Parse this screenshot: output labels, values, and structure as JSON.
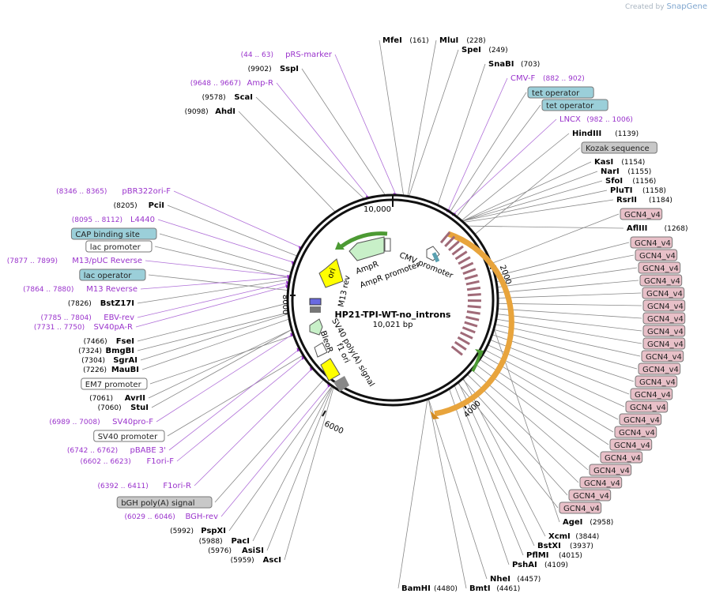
{
  "credit": {
    "prefix": "Created by",
    "brand": "SnapGene"
  },
  "plasmid": {
    "name": "HP21-TPI-WT-no_introns",
    "size": "10,021 bp"
  },
  "ticks": [
    "10,000",
    "2000",
    "4000",
    "6000",
    "8000"
  ],
  "colors": {
    "primer": "#9a33cc",
    "enzyme": "#000000",
    "feature_gcn4": "#e8c0c8",
    "feature_blue": "#9bcfd9",
    "feature_gray": "#c8c8c8",
    "ring": "#111111"
  },
  "right_labels": [
    {
      "name": "MfeI",
      "pos": "(161)",
      "kind": "enzyme"
    },
    {
      "name": "MluI",
      "pos": "(228)",
      "kind": "enzyme"
    },
    {
      "name": "SpeI",
      "pos": "(249)",
      "kind": "enzyme"
    },
    {
      "name": "SnaBI",
      "pos": "(703)",
      "kind": "enzyme"
    },
    {
      "name": "CMV-F",
      "pos": "(882 .. 902)",
      "kind": "primer"
    },
    {
      "name": "tet operator",
      "pos": "",
      "kind": "blue"
    },
    {
      "name": "tet operator",
      "pos": "",
      "kind": "blue"
    },
    {
      "name": "LNCX",
      "pos": "(982 .. 1006)",
      "kind": "primer"
    },
    {
      "name": "HindIII",
      "pos": "(1139)",
      "kind": "enzyme"
    },
    {
      "name": "Kozak sequence",
      "pos": "",
      "kind": "gray"
    },
    {
      "name": "KasI",
      "pos": "(1154)",
      "kind": "enzyme"
    },
    {
      "name": "NarI",
      "pos": "(1155)",
      "kind": "enzyme"
    },
    {
      "name": "SfoI",
      "pos": "(1156)",
      "kind": "enzyme"
    },
    {
      "name": "PluTI",
      "pos": "(1158)",
      "kind": "enzyme"
    },
    {
      "name": "RsrII",
      "pos": "(1184)",
      "kind": "enzyme"
    },
    {
      "name": "GCN4_v4",
      "pos": "",
      "kind": "pink"
    },
    {
      "name": "AflIII",
      "pos": "(1268)",
      "kind": "enzyme"
    },
    {
      "name": "GCN4_v4",
      "pos": "",
      "kind": "pink"
    },
    {
      "name": "GCN4_v4",
      "pos": "",
      "kind": "pink"
    },
    {
      "name": "GCN4_v4",
      "pos": "",
      "kind": "pink"
    },
    {
      "name": "GCN4_v4",
      "pos": "",
      "kind": "pink"
    },
    {
      "name": "GCN4_v4",
      "pos": "",
      "kind": "pink"
    },
    {
      "name": "GCN4_v4",
      "pos": "",
      "kind": "pink"
    },
    {
      "name": "GCN4_v4",
      "pos": "",
      "kind": "pink"
    },
    {
      "name": "GCN4_v4",
      "pos": "",
      "kind": "pink"
    },
    {
      "name": "GCN4_v4",
      "pos": "",
      "kind": "pink"
    },
    {
      "name": "GCN4_v4",
      "pos": "",
      "kind": "pink"
    },
    {
      "name": "GCN4_v4",
      "pos": "",
      "kind": "pink"
    },
    {
      "name": "GCN4_v4",
      "pos": "",
      "kind": "pink"
    },
    {
      "name": "GCN4_v4",
      "pos": "",
      "kind": "pink"
    },
    {
      "name": "GCN4_v4",
      "pos": "",
      "kind": "pink"
    },
    {
      "name": "GCN4_v4",
      "pos": "",
      "kind": "pink"
    },
    {
      "name": "GCN4_v4",
      "pos": "",
      "kind": "pink"
    },
    {
      "name": "GCN4_v4",
      "pos": "",
      "kind": "pink"
    },
    {
      "name": "GCN4_v4",
      "pos": "",
      "kind": "pink"
    },
    {
      "name": "GCN4_v4",
      "pos": "",
      "kind": "pink"
    },
    {
      "name": "GCN4_v4",
      "pos": "",
      "kind": "pink"
    },
    {
      "name": "GCN4_v4",
      "pos": "",
      "kind": "pink"
    },
    {
      "name": "GCN4_v4",
      "pos": "",
      "kind": "pink"
    },
    {
      "name": "AgeI",
      "pos": "(2958)",
      "kind": "enzyme"
    },
    {
      "name": "XcmI",
      "pos": "(3844)",
      "kind": "enzyme"
    },
    {
      "name": "BstXI",
      "pos": "(3937)",
      "kind": "enzyme"
    },
    {
      "name": "PflMI",
      "pos": "(4015)",
      "kind": "enzyme"
    },
    {
      "name": "PshAI",
      "pos": "(4109)",
      "kind": "enzyme"
    },
    {
      "name": "NheI",
      "pos": "(4457)",
      "kind": "enzyme"
    },
    {
      "name": "BmtI",
      "pos": "(4461)",
      "kind": "enzyme"
    },
    {
      "name": "BamHI",
      "pos": "(4480)",
      "kind": "enzyme"
    }
  ],
  "left_labels": [
    {
      "name": "pRS-marker",
      "pos": "(44 .. 63)",
      "kind": "primer"
    },
    {
      "name": "SspI",
      "pos": "(9902)",
      "kind": "enzyme"
    },
    {
      "name": "Amp-R",
      "pos": "(9648 .. 9667)",
      "kind": "primer"
    },
    {
      "name": "ScaI",
      "pos": "(9578)",
      "kind": "enzyme"
    },
    {
      "name": "AhdI",
      "pos": "(9098)",
      "kind": "enzyme"
    },
    {
      "name": "pBR322ori-F",
      "pos": "(8346 .. 8365)",
      "kind": "primer"
    },
    {
      "name": "PciI",
      "pos": "(8205)",
      "kind": "enzyme"
    },
    {
      "name": "L4440",
      "pos": "(8095 .. 8112)",
      "kind": "primer"
    },
    {
      "name": "CAP binding site",
      "pos": "",
      "kind": "blue"
    },
    {
      "name": "lac promoter",
      "pos": "",
      "kind": "white"
    },
    {
      "name": "M13/pUC Reverse",
      "pos": "(7877 .. 7899)",
      "kind": "primer"
    },
    {
      "name": "lac operator",
      "pos": "",
      "kind": "blue"
    },
    {
      "name": "M13 Reverse",
      "pos": "(7864 .. 7880)",
      "kind": "primer"
    },
    {
      "name": "BstZ17I",
      "pos": "(7826)",
      "kind": "enzyme"
    },
    {
      "name": "EBV-rev",
      "pos": "(7785 .. 7804)",
      "kind": "primer"
    },
    {
      "name": "SV40pA-R",
      "pos": "(7731 .. 7750)",
      "kind": "primer"
    },
    {
      "name": "FseI",
      "pos": "(7466)",
      "kind": "enzyme"
    },
    {
      "name": "BmgBI",
      "pos": "(7324)",
      "kind": "enzyme"
    },
    {
      "name": "SgrAI",
      "pos": "(7304)",
      "kind": "enzyme"
    },
    {
      "name": "MauBI",
      "pos": "(7226)",
      "kind": "enzyme"
    },
    {
      "name": "EM7 promoter",
      "pos": "",
      "kind": "white"
    },
    {
      "name": "AvrII",
      "pos": "(7061)",
      "kind": "enzyme"
    },
    {
      "name": "StuI",
      "pos": "(7060)",
      "kind": "enzyme"
    },
    {
      "name": "SV40pro-F",
      "pos": "(6989 .. 7008)",
      "kind": "primer"
    },
    {
      "name": "SV40 promoter",
      "pos": "",
      "kind": "white"
    },
    {
      "name": "pBABE 3'",
      "pos": "(6742 .. 6762)",
      "kind": "primer"
    },
    {
      "name": "F1ori-F",
      "pos": "(6602 .. 6623)",
      "kind": "primer"
    },
    {
      "name": "F1ori-R",
      "pos": "(6392 .. 6411)",
      "kind": "primer"
    },
    {
      "name": "bGH poly(A) signal",
      "pos": "",
      "kind": "gray"
    },
    {
      "name": "BGH-rev",
      "pos": "(6029 .. 6046)",
      "kind": "primer"
    },
    {
      "name": "PspXI",
      "pos": "(5992)",
      "kind": "enzyme"
    },
    {
      "name": "PacI",
      "pos": "(5988)",
      "kind": "enzyme"
    },
    {
      "name": "AsiSI",
      "pos": "(5976)",
      "kind": "enzyme"
    },
    {
      "name": "AscI",
      "pos": "(5959)",
      "kind": "enzyme"
    }
  ],
  "inner_labels": [
    "CMV promoter",
    "AmpR",
    "AmpR promoter",
    "ori",
    "M13 rev",
    "SV40 poly(A) signal",
    "BleoR",
    "f1 ori"
  ]
}
